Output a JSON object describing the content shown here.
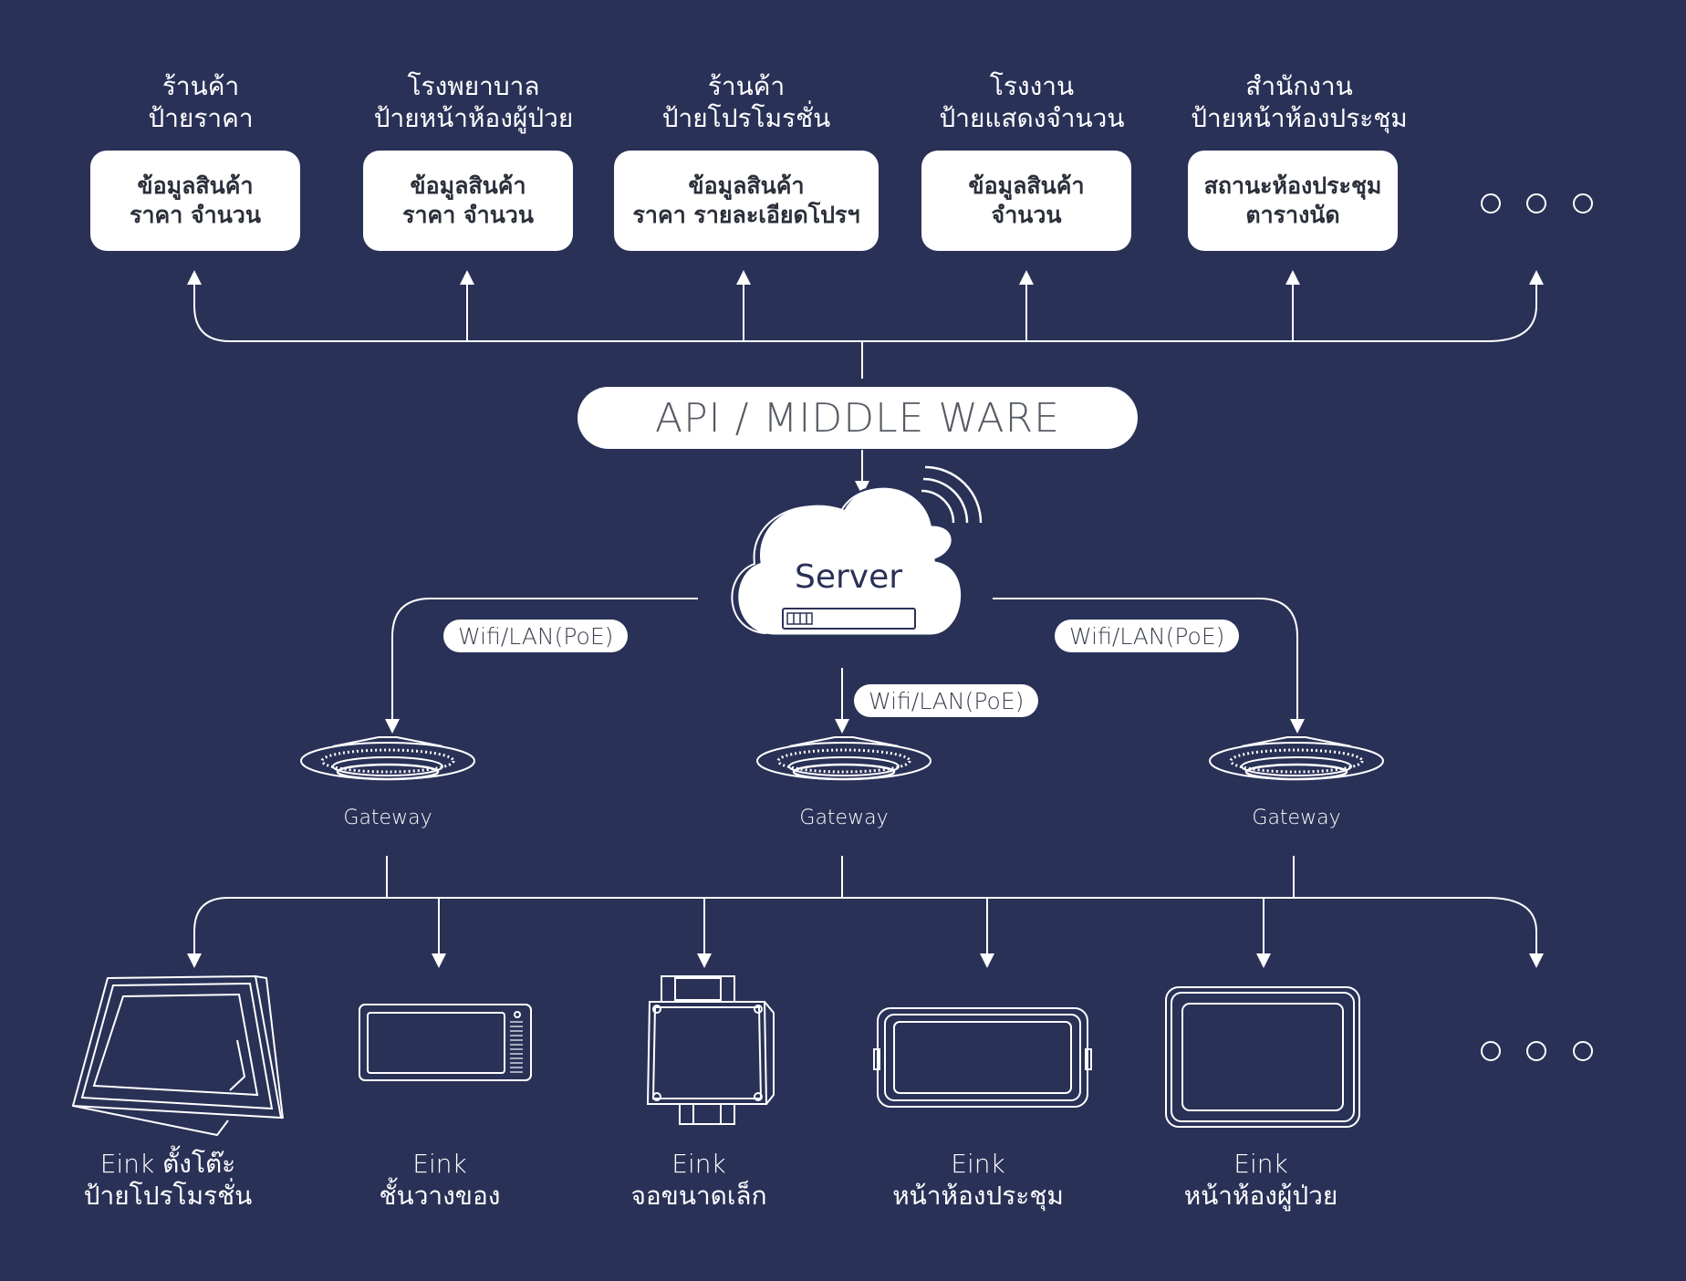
{
  "top_sections": [
    {
      "category": "ร้านค้า",
      "sign_type": "ป้ายราคา",
      "box_lines": [
        "ข้อมูลสินค้า",
        "ราคา จำนวน"
      ]
    },
    {
      "category": "โรงพยาบาล",
      "sign_type": "ป้ายหน้าห้องผู้ป่วย",
      "box_lines": [
        "ข้อมูลสินค้า",
        "ราคา จำนวน"
      ]
    },
    {
      "category": "ร้านค้า",
      "sign_type": "ป้ายโปรโมรชั่น",
      "box_lines": [
        "ข้อมูลสินค้า",
        "ราคา รายละเอียดโปรฯ"
      ]
    },
    {
      "category": "โรงงาน",
      "sign_type": "ป้ายแสดงจำนวน",
      "box_lines": [
        "ข้อมูลสินค้า",
        "จำนวน"
      ]
    },
    {
      "category": "สำนักงาน",
      "sign_type": "ป้ายหน้าห้องประชุม",
      "box_lines": [
        "สถานะห้องประชุม",
        "ตารางนัด"
      ]
    }
  ],
  "middleware_label": "API / MIDDLE WARE",
  "server_label": "Server",
  "connection_labels": [
    "Wifi/LAN(PoE)",
    "Wifi/LAN(PoE)",
    "Wifi/LAN(PoE)"
  ],
  "gateways": [
    "Gateway",
    "Gateway",
    "Gateway"
  ],
  "devices": [
    {
      "name": "Eink ตั้งโต๊ะ",
      "subtitle": "ป้ายโปรโมรชั่น"
    },
    {
      "name": "Eink",
      "subtitle": "ชั้นวางของ"
    },
    {
      "name": "Eink",
      "subtitle": "จอขนาดเล็ก"
    },
    {
      "name": "Eink",
      "subtitle": "หน้าห้องประชุม"
    },
    {
      "name": "Eink",
      "subtitle": "หน้าห้องผู้ป่วย"
    }
  ],
  "colors": {
    "background": "#2a3157",
    "line": "#ffffff",
    "box": "#ffffff",
    "box_text": "#2b2f3a"
  }
}
